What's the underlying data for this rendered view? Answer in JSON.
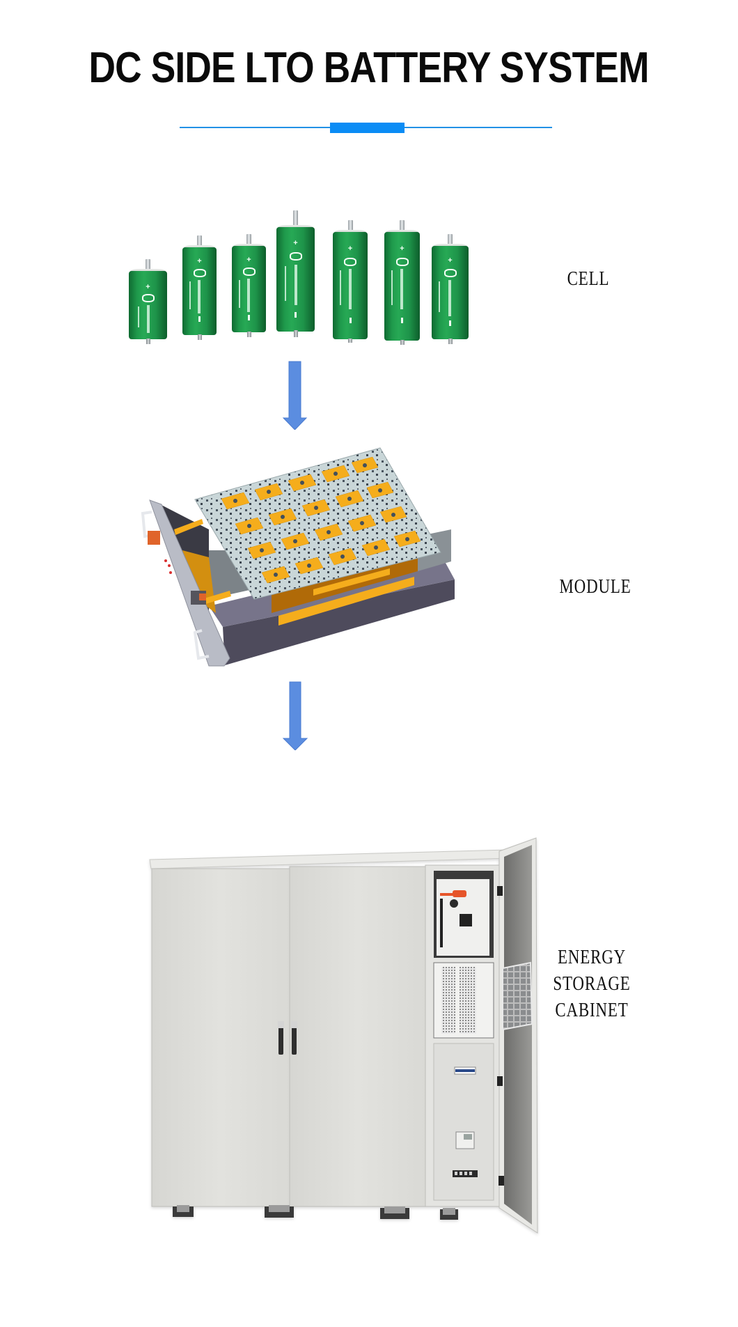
{
  "header": {
    "title": "DC SIDE LTO BATTERY SYSTEM",
    "divider_color": "#2291e6",
    "divider_block_color": "#0a8cf5"
  },
  "stages": [
    {
      "id": "cell",
      "label": "CELL",
      "image": "lto-cylindrical-cells-image",
      "count": 7
    },
    {
      "id": "module",
      "label": "MODULE",
      "image": "battery-module-3d-render"
    },
    {
      "id": "cabinet",
      "label_lines": [
        "ENERGY",
        "STORAGE",
        "CABINET"
      ],
      "image": "energy-storage-cabinet-photo"
    }
  ],
  "flow": {
    "arrow_icon": "arrow-down-icon",
    "arrow_color": "#5b8de0"
  },
  "colors": {
    "cell_green": "#1f9a4c",
    "module_copper": "#f5ad1c",
    "module_frame": "#5d5a6b",
    "cabinet_gray": "#dcdcd8"
  }
}
